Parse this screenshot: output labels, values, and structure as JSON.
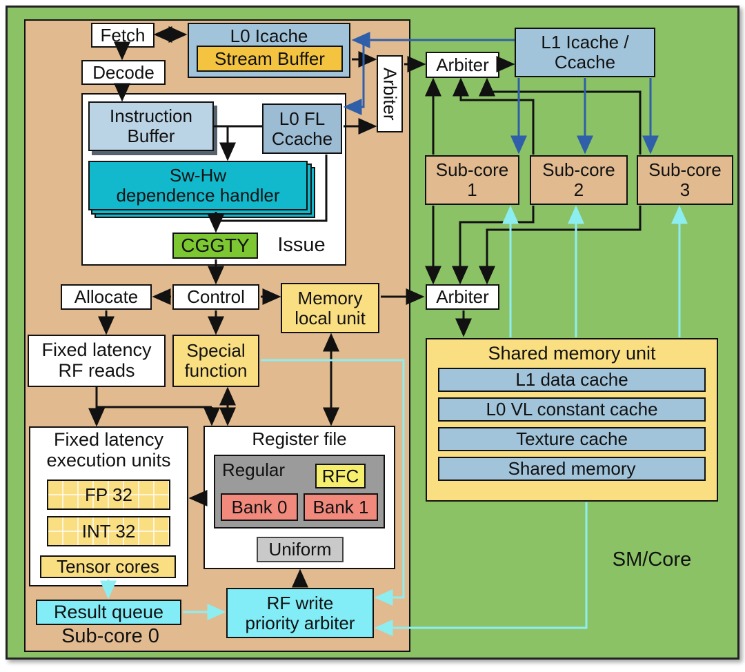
{
  "palette": {
    "outer_green": "#8bc266",
    "subcore_tan": "#e1ba90",
    "cache_blue": "#a2c4da",
    "instruction_buffer_blue": "#bad4e6",
    "stream_buffer_yellow": "#f4c441",
    "unit_yellow": "#fadf82",
    "dependence_teal": "#12b9cd",
    "cggty_green": "#7dc832",
    "bank_salmon": "#f18a7d",
    "rfc_yellow": "#f6ef6e",
    "regular_gray": "#9b9b9b",
    "uniform_gray": "#c9c9c9",
    "queue_cyan": "#82edf6",
    "wire_black": "#111111",
    "wire_blue": "#2f5fa8",
    "wire_cyan": "#8deef2"
  },
  "nodes": {
    "fetch": "Fetch",
    "decode": "Decode",
    "l0_icache": "L0 Icache",
    "stream_buffer": "Stream Buffer",
    "instruction_buffer": "Instruction\nBuffer",
    "l0_fl_ccache": "L0 FL\nCcache",
    "sw_hw_handler": "Sw-Hw\ndependence handler",
    "cggty": "CGGTY",
    "issue": "Issue",
    "allocate": "Allocate",
    "control": "Control",
    "memory_local_unit": "Memory\nlocal unit",
    "fixed_latency_rf_reads": "Fixed latency\nRF reads",
    "special_function": "Special\nfunction",
    "fixed_latency_exec_units": "Fixed latency\nexecution units",
    "fp32": "FP 32",
    "int32": "INT 32",
    "tensor_cores": "Tensor cores",
    "register_file": "Register file",
    "regular": "Regular",
    "rfc": "RFC",
    "bank0": "Bank 0",
    "bank1": "Bank 1",
    "uniform": "Uniform",
    "result_queue": "Result queue",
    "subcore0_label": "Sub-core 0",
    "rf_write_arbiter": "RF write\npriority arbiter",
    "arbiter_vertical": "Arbiter",
    "arbiter_fetch": "Arbiter",
    "arbiter_mem": "Arbiter",
    "l1_icache_ccache": "L1 Icache /\nCcache",
    "subcore1": "Sub-core\n1",
    "subcore2": "Sub-core\n2",
    "subcore3": "Sub-core\n3",
    "shared_memory_unit": "Shared memory unit",
    "l1_data_cache": "L1 data cache",
    "l0_vl_constant_cache": "L0 VL constant cache",
    "texture_cache": "Texture cache",
    "shared_memory": "Shared memory",
    "sm_core_label": "SM/Core"
  }
}
